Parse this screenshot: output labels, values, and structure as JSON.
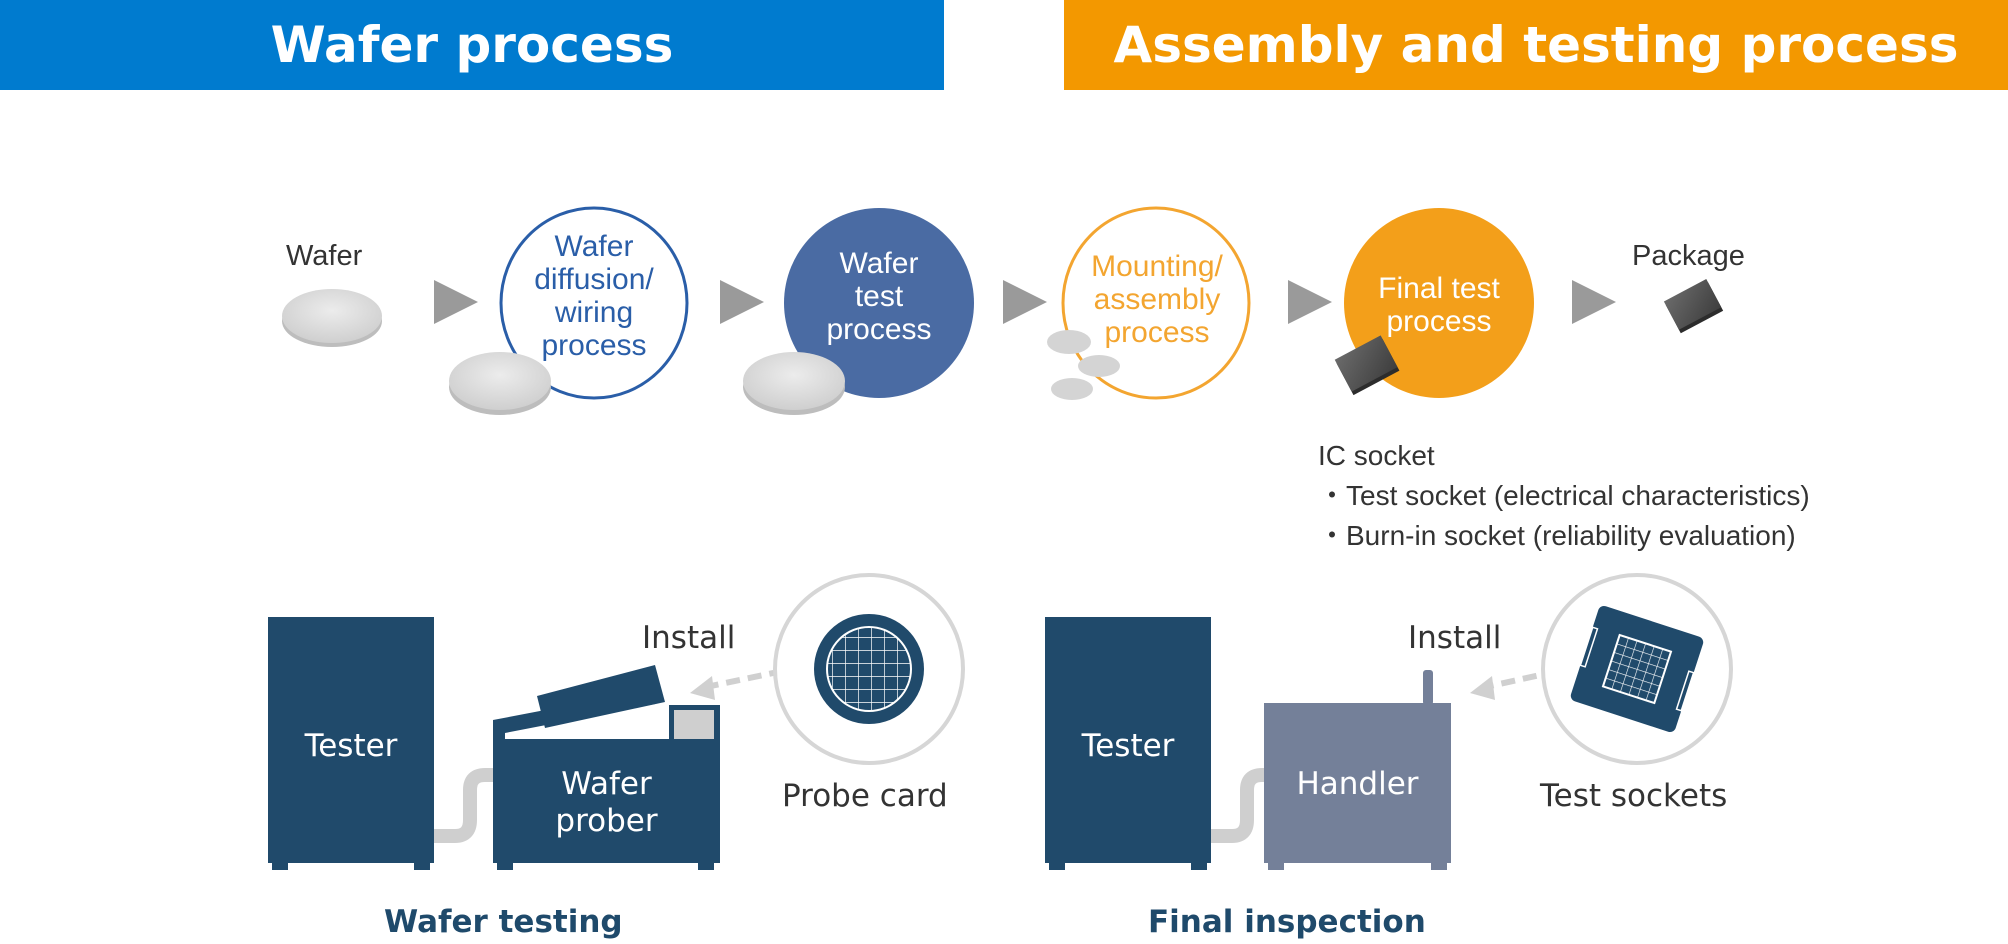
{
  "headers": {
    "wafer_process": "Wafer process",
    "assembly_testing_process": "Assembly and testing process"
  },
  "colors": {
    "blue": "#007bcf",
    "orange": "#f39800",
    "navy": "#204a6b",
    "slate": "#748099",
    "process_blue": "#4a6ba3",
    "process_orange": "#f39f1a",
    "arrow_gray": "#9a9a9a",
    "ring_gray": "#d6d6d6"
  },
  "flow": {
    "wafer_label": "Wafer",
    "steps": [
      {
        "label_lines": [
          "Wafer",
          "diffusion/",
          "wiring",
          "process"
        ],
        "style": "outline-blue"
      },
      {
        "label_lines": [
          "Wafer",
          "test",
          "process"
        ],
        "style": "filled-blue"
      },
      {
        "label_lines": [
          "Mounting/",
          "assembly",
          "process"
        ],
        "style": "outline-orange"
      },
      {
        "label_lines": [
          "Final test",
          "process"
        ],
        "style": "filled-orange"
      }
    ],
    "package_label": "Package"
  },
  "ic_socket": {
    "title": "IC socket",
    "items": [
      "・Test socket (electrical characteristics)",
      "・Burn-in socket (reliability evaluation)"
    ]
  },
  "wafer_testing": {
    "tester_label": "Tester",
    "prober_label_lines": [
      "Wafer",
      "prober"
    ],
    "install_label": "Install",
    "part_label": "Probe card",
    "caption": "Wafer testing"
  },
  "final_inspection": {
    "tester_label": "Tester",
    "handler_label": "Handler",
    "install_label": "Install",
    "part_label": "Test sockets",
    "caption": "Final inspection"
  }
}
